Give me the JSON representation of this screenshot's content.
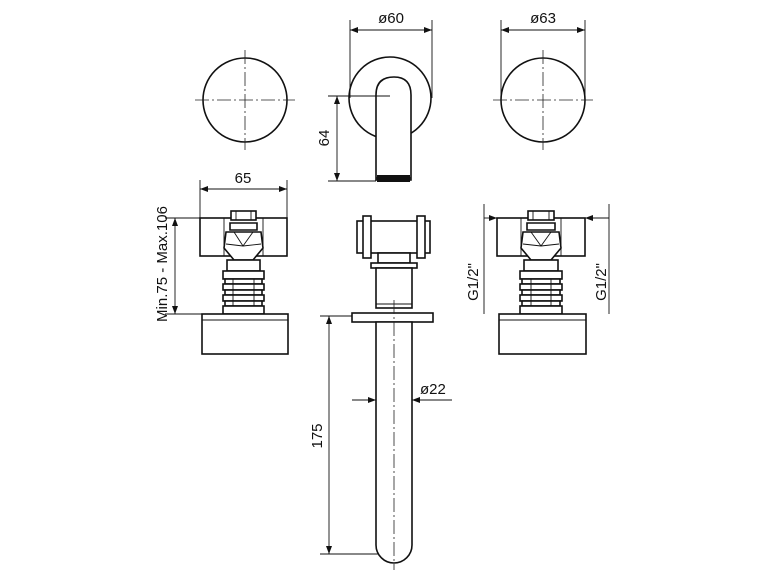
{
  "dimensions": {
    "handle_diameter": "ø60",
    "handle_diameter_right": "ø63",
    "spout_height": "64",
    "body_width": "65",
    "body_depth": "Min.75 - Max.106",
    "spout_length": "175",
    "spout_diameter": "ø22",
    "thread_left": "G1/2\"",
    "thread_right": "G1/2\""
  }
}
